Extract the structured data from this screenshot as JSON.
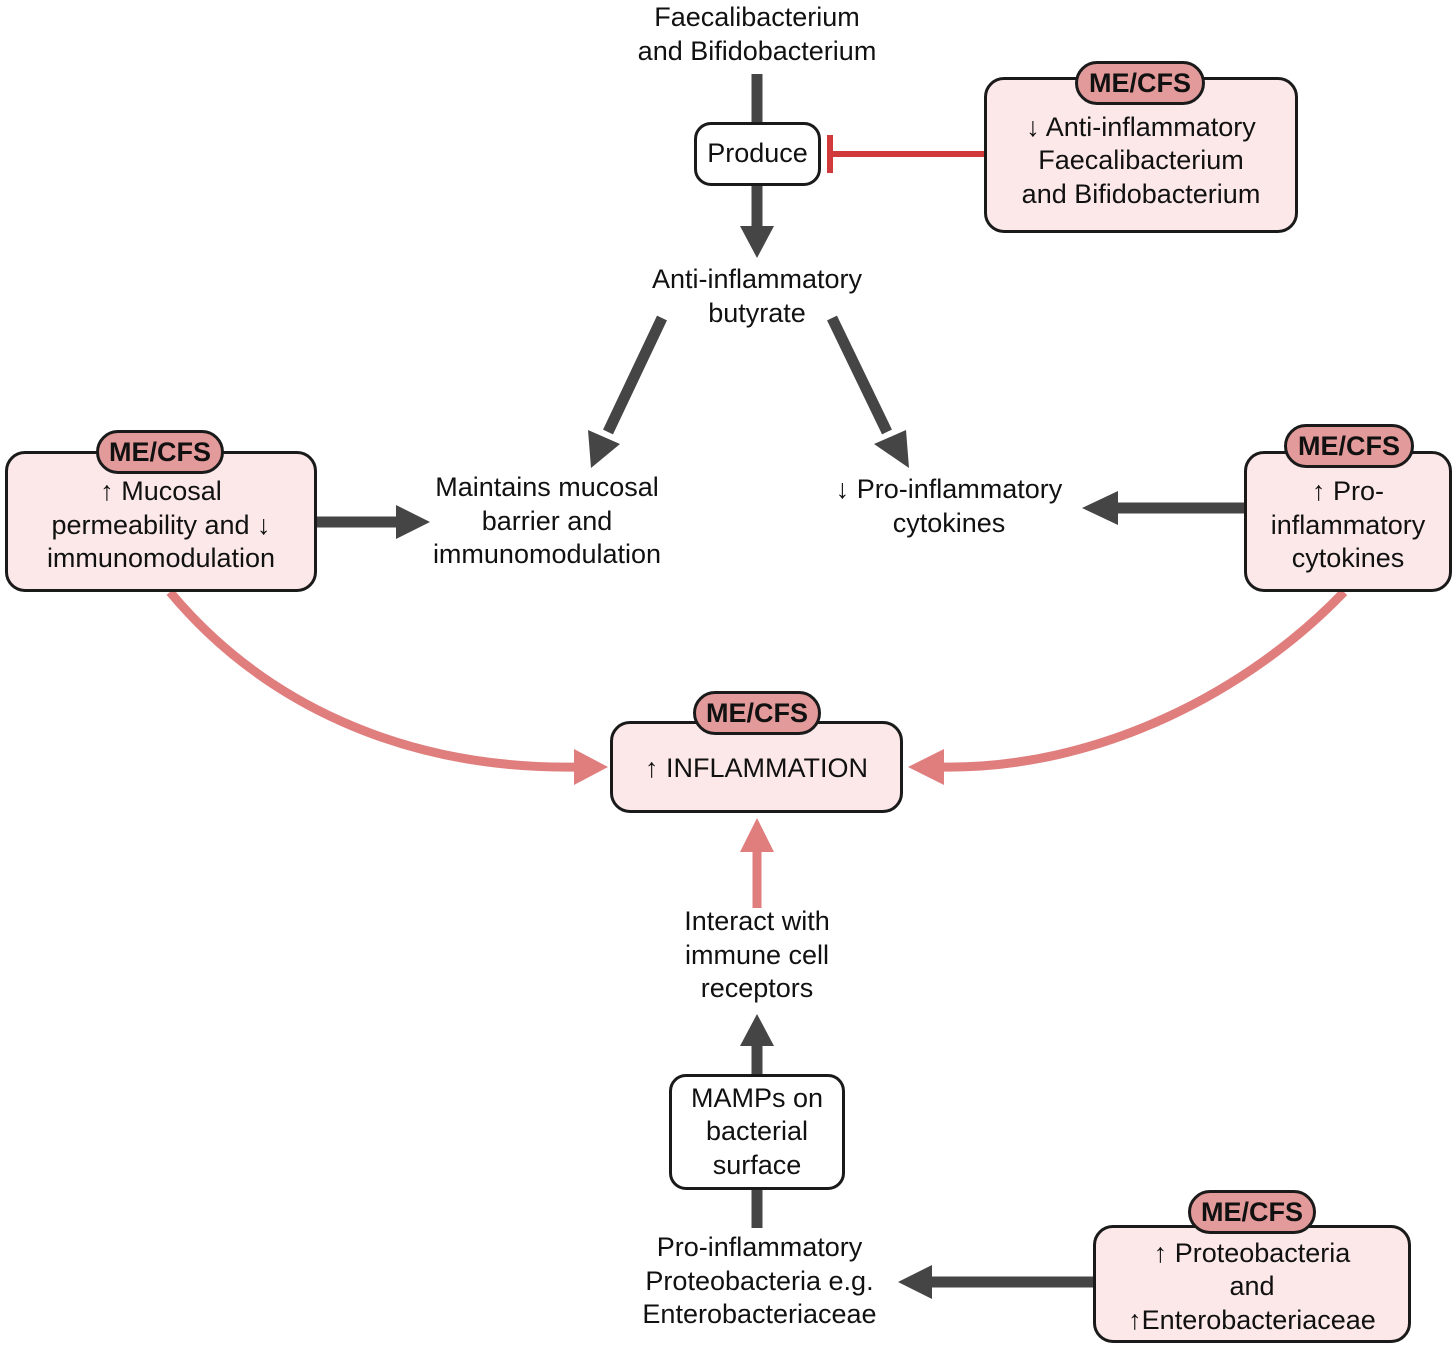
{
  "colors": {
    "arrow_dark": "#454545",
    "arrow_pink": "#e07e7e",
    "inhibit_red": "#d03a3a",
    "box_pink": "#fce8e8",
    "badge_pink": "#e39a9a"
  },
  "nodes": {
    "bacteria_source": {
      "lines": [
        "Faecalibacterium",
        "and Bifidobacterium"
      ]
    },
    "produce": {
      "lines": [
        "Produce"
      ]
    },
    "butyrate": {
      "lines": [
        "Anti-inflammatory",
        "butyrate"
      ]
    },
    "mucosal_barrier": {
      "lines": [
        "Maintains mucosal",
        "barrier and",
        "immunomodulation"
      ]
    },
    "cytokines_down": {
      "lines": [
        "↓ Pro-inflammatory",
        "cytokines"
      ]
    },
    "immune_receptors": {
      "lines": [
        "Interact with",
        "immune cell",
        "receptors"
      ]
    },
    "mamps": {
      "lines": [
        "MAMPs on",
        "bacterial",
        "surface"
      ]
    },
    "proteobacteria": {
      "lines": [
        "Pro-inflammatory",
        "Proteobacteria e.g.",
        "Enterobacteriaceae"
      ]
    }
  },
  "mecfs_boxes": {
    "anti_inflammatory": {
      "badge": "ME/CFS",
      "lines": [
        "↓ Anti-inflammatory",
        "Faecalibacterium",
        "and Bifidobacterium"
      ]
    },
    "mucosal": {
      "badge": "ME/CFS",
      "lines": [
        "↑ Mucosal",
        "permeability and ↓",
        "immunomodulation"
      ]
    },
    "cytokines_up": {
      "badge": "ME/CFS",
      "lines": [
        "↑ Pro-",
        "inflammatory",
        "cytokines"
      ]
    },
    "inflammation": {
      "badge": "ME/CFS",
      "lines": [
        "↑ INFLAMMATION"
      ]
    },
    "proteobacteria_up": {
      "badge": "ME/CFS",
      "lines": [
        "↑ Proteobacteria",
        "and",
        "↑Enterobacteriaceae"
      ]
    }
  }
}
